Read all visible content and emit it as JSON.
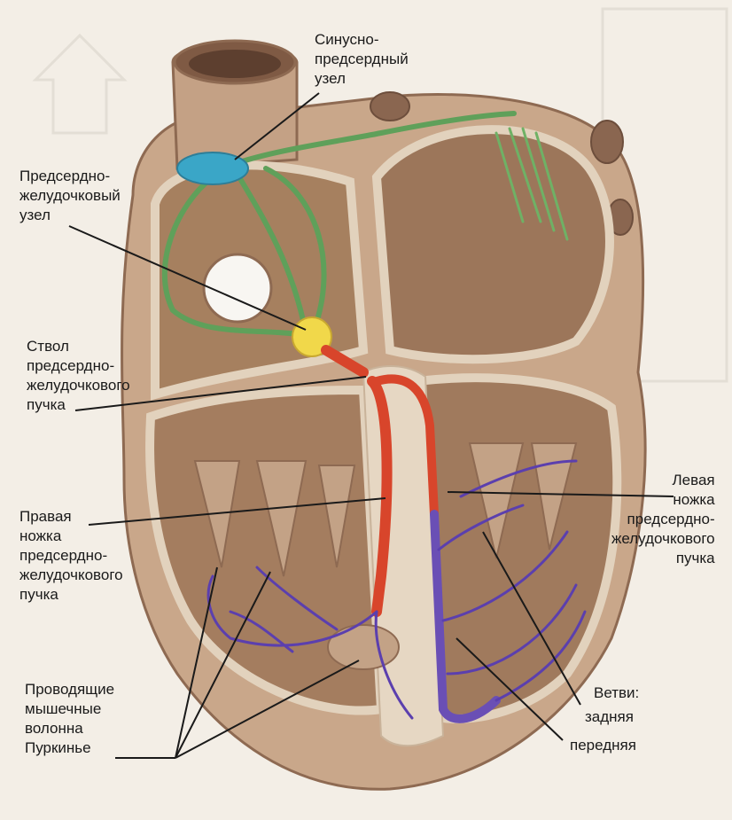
{
  "labels": {
    "sa_node": "Синусно-\nпредсердный\nузел",
    "av_node": "Предсердно-\nжелудочковый\nузел",
    "bundle_trunk": "Ствол\nпредсердно-\nжелудочкового\nпучка",
    "right_branch": "Правая\nножка\nпредсердно-\nжелудочкового\nпучка",
    "left_branch": "Левая\nножка\nпредсердно-\nжелудочкового\nпучка",
    "branches": "Ветви:",
    "posterior": "задняя",
    "anterior": "передняя",
    "purkinje": "Проводящие\nмышечные\nволонна\nПуркинье"
  },
  "colors": {
    "muscle": "#b59173",
    "muscle_dark": "#8e6a52",
    "wall_light": "#e2d2bd",
    "sa_node": "#3aa6c7",
    "av_node": "#f1d84a",
    "atrial_path": "#5fa05a",
    "right_branch": "#d8452b",
    "left_branch": "#6a4fb5",
    "purkinje": "#5b3fae"
  }
}
